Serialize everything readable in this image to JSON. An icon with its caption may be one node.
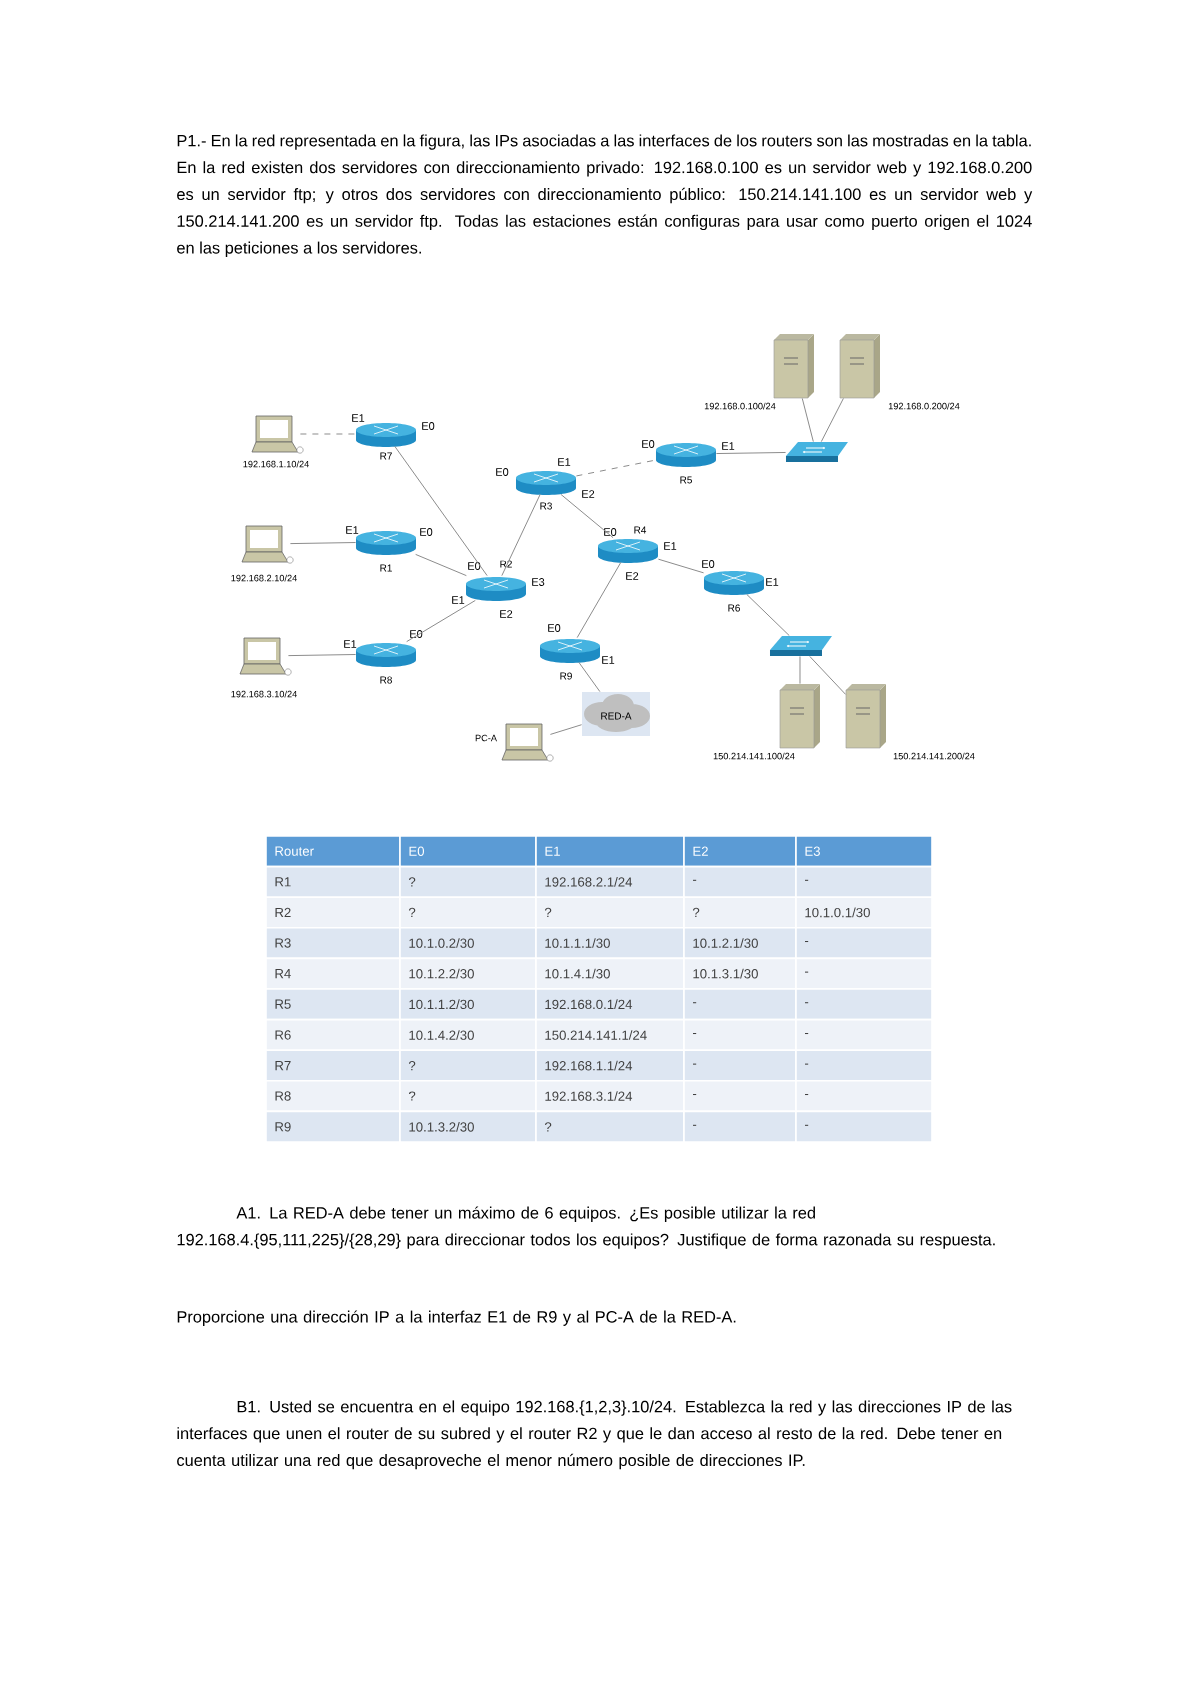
{
  "diagram": {
    "nodes": [
      {
        "text": [],
        "shape": "laptop",
        "beside": [
          "192.168.1.10/24"
        ]
      },
      {
        "text": [],
        "shape": "laptop",
        "beside": [
          "192.168.2.10/24"
        ]
      },
      {
        "text": [],
        "shape": "laptop",
        "beside": [
          "192.168.3.10/24"
        ]
      },
      {
        "text": [
          "R7"
        ],
        "beside": [
          "E1",
          "E0"
        ]
      },
      {
        "text": [
          "R1"
        ],
        "beside": [
          "E1",
          "E0"
        ]
      },
      {
        "text": [
          "R8"
        ],
        "beside": [
          "E1",
          "E0"
        ]
      },
      {
        "text": [
          "R2"
        ],
        "beside": [
          "E0",
          "E3",
          "E1",
          "E2"
        ]
      },
      {
        "text": [
          "R3"
        ],
        "beside": [
          "E0",
          "E1",
          "E2"
        ]
      },
      {
        "text": [
          "R5"
        ],
        "beside": [
          "E0",
          "E1"
        ]
      },
      {
        "text": [
          "R4"
        ],
        "beside": [
          "E0",
          "E1",
          "E2"
        ]
      },
      {
        "text": [
          "R6"
        ],
        "beside": [
          "E0",
          "E1"
        ]
      },
      {
        "text": [
          "R9"
        ],
        "beside": [
          "E0",
          "E1"
        ]
      },
      {
        "text": [
          "RED-A"
        ]
      },
      {
        "text": [],
        "shape": "laptop",
        "beside": [
          "PC-A"
        ]
      },
      {
        "text": [],
        "shape": "switch"
      },
      {
        "text": [],
        "shape": "server",
        "beside": [
          "192.168.0.100/24"
        ]
      },
      {
        "text": [],
        "shape": "server",
        "beside": [
          "192.168.0.200/24"
        ]
      },
      {
        "text": [],
        "shape": "switch"
      },
      {
        "text": [],
        "shape": "server",
        "beside": [
          "150.214.141.100/24"
        ]
      },
      {
        "text": [],
        "shape": "server",
        "beside": [
          "150.214.141.200/24"
        ]
      }
    ],
    "edges": [
      {
        "from": 0,
        "to": 3,
        "arrow": "none",
        "style": "dashed"
      },
      {
        "from": 1,
        "to": 4,
        "arrow": "none"
      },
      {
        "from": 2,
        "to": 5,
        "arrow": "none"
      },
      {
        "from": 3,
        "to": 6,
        "arrow": "none"
      },
      {
        "from": 4,
        "to": 6,
        "arrow": "none"
      },
      {
        "from": 5,
        "to": 6,
        "arrow": "none"
      },
      {
        "from": 6,
        "to": 7,
        "arrow": "none"
      },
      {
        "from": 7,
        "to": 8,
        "arrow": "none",
        "style": "dashed"
      },
      {
        "from": 7,
        "to": 9,
        "arrow": "none"
      },
      {
        "from": 9,
        "to": 10,
        "arrow": "none"
      },
      {
        "from": 9,
        "to": 11,
        "arrow": "none"
      },
      {
        "from": 11,
        "to": 12,
        "arrow": "none"
      },
      {
        "from": 12,
        "to": 13,
        "arrow": "none"
      },
      {
        "from": 8,
        "to": 14,
        "arrow": "none"
      },
      {
        "from": 14,
        "to": 15,
        "arrow": "none"
      },
      {
        "from": 14,
        "to": 16,
        "arrow": "none"
      },
      {
        "from": 10,
        "to": 17,
        "arrow": "none"
      },
      {
        "from": 17,
        "to": 18,
        "arrow": "none"
      },
      {
        "from": 17,
        "to": 19,
        "arrow": "none"
      }
    ],
    "labels": [
      "P1.- En la red representada en la figura, las IPs asociadas a las interfaces de los routers son las mostradas en la tabla. En la red existen dos servidores con direccionamiento privado: 192.168.0.100 es un servidor web y 192.168.0.200 es un servidor ftp; y otros dos servidores con direccionamiento público: 150.214.141.100 es un servidor web y 150.214.141.200 es un servidor ftp. Todas las estaciones están configuras para usar como puerto origen el 1024 en las peticiones a los servidores.",
      "Router",
      "E0",
      "E1",
      "E2",
      "E3",
      "R1",
      "?",
      "192.168.2.1/24",
      "-",
      "-",
      "R2",
      "?",
      "?",
      "?",
      "10.1.0.1/30",
      "R3",
      "10.1.0.2/30",
      "10.1.1.1/30",
      "10.1.2.1/30",
      "-",
      "R4",
      "10.1.2.2/30",
      "10.1.4.1/30",
      "10.1.3.1/30",
      "-",
      "R5",
      "10.1.1.2/30",
      "192.168.0.1/24",
      "-",
      "-",
      "R6",
      "10.1.4.2/30",
      "150.214.141.1/24",
      "-",
      "-",
      "R7",
      "?",
      "192.168.1.1/24",
      "-",
      "-",
      "R8",
      "?",
      "192.168.3.1/24",
      "-",
      "-",
      "R9",
      "10.1.3.2/30",
      "?",
      "-",
      "-",
      "A1. La RED-A debe tener un máximo de 6 equipos. ¿Es posible utilizar la red 192.168.4.{95,111,225}/{28,29} para direccionar todos los equipos? Justifique de forma razonada su respuesta.",
      "Proporcione una dirección IP a la interfaz E1 de R9 y al PC-A de la RED-A.",
      "B1. Usted se encuentra en el equipo 192.168.{1,2,3}.10/24. Establezca la red y las direcciones IP de las interfaces que unen el router de su subred y el router R2 y que le dan acceso al resto de la red. Debe tener en cuenta utilizar una red que desaproveche el menor número posible de direcciones IP."
    ]
  }
}
